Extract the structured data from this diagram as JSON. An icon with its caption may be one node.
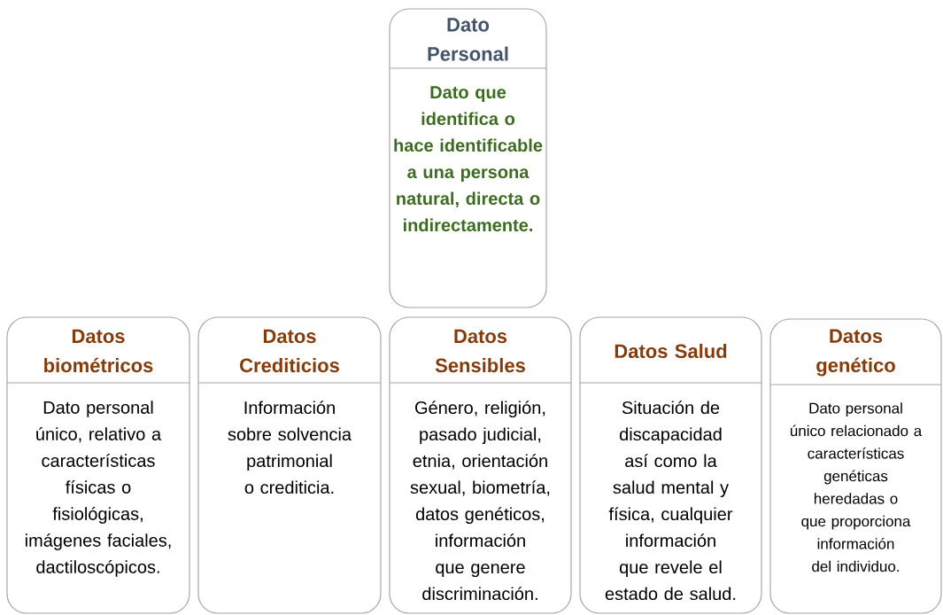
{
  "diagram": {
    "nodes": [
      {
        "text": [
          "Dato Personal",
          "Dato que identifica o hace identificable a una persona natural, directa o indirectamente."
        ]
      },
      {
        "text": [
          "Datos biométricos",
          "Dato personal único, relativo a características físicas o fisiológicas, imágenes faciales, dactiloscópicos."
        ]
      },
      {
        "text": [
          "Datos Crediticios",
          "Información sobre solvencia patrimonial o crediticia."
        ]
      },
      {
        "text": [
          "Datos Sensibles",
          "Género, religión, pasado judicial, etnia, orientación sexual, biometría, datos genéticos, información que genere discriminación."
        ]
      },
      {
        "text": [
          "Datos Salud",
          "Situación de discapacidad así como la salud mental y física, cualquier información que revele el estado de salud."
        ]
      },
      {
        "text": [
          "Datos genético",
          "Dato personal único relacionado a características genéticas heredadas o que proporciona información del individuo."
        ]
      }
    ]
  }
}
